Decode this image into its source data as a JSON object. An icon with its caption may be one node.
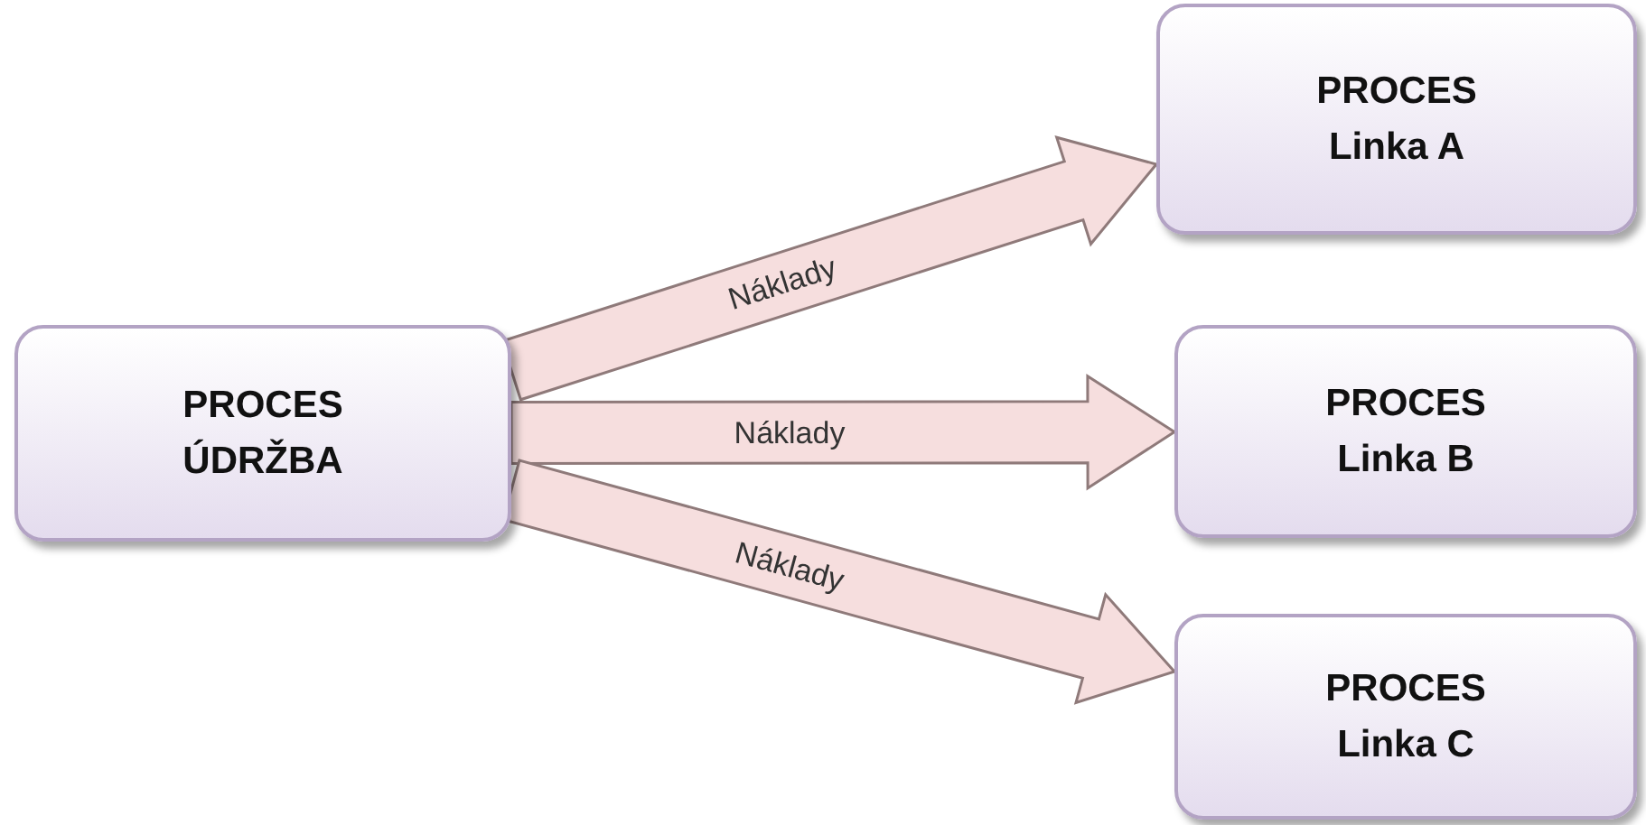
{
  "diagram": {
    "nodes": [
      {
        "text": [
          "PROCES ÚDRŽBA"
        ]
      },
      {
        "text": [
          "PROCES Linka A"
        ]
      },
      {
        "text": [
          "PROCES Linka B"
        ]
      },
      {
        "text": [
          "PROCES Linka C"
        ]
      }
    ],
    "edges": [
      {
        "from": 0,
        "to": 1,
        "arrow": "to",
        "label": "Náklady"
      },
      {
        "from": 0,
        "to": 2,
        "arrow": "to",
        "label": "Náklady"
      },
      {
        "from": 0,
        "to": 3,
        "arrow": "to",
        "label": "Náklady"
      }
    ]
  }
}
